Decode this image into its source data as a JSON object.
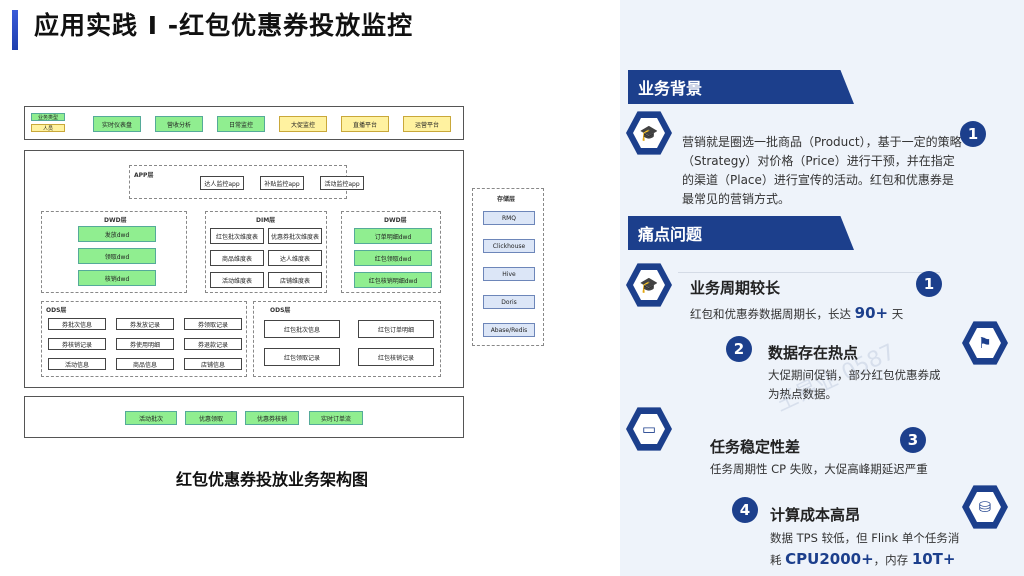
{
  "title": "应用实践 I -红包优惠券投放监控",
  "diagram": {
    "caption": "红包优惠券投放业务架构图",
    "top_row": {
      "legend": [
        "业务类型",
        "人员"
      ],
      "items": [
        "实时仪表盘",
        "营收分析",
        "日常监控",
        "大促监控",
        "直播平台",
        "运营平台"
      ]
    },
    "app_layer": {
      "title": "APP层",
      "items": [
        "达人监控app",
        "补贴监控app",
        "活动监控app"
      ]
    },
    "dwd_left": {
      "title": "DWD层",
      "items": [
        "发放dwd",
        "领取dwd",
        "核销dwd"
      ]
    },
    "dim_layer": {
      "title": "DIM层",
      "items": [
        "红包批次维度表",
        "优惠券批次维度表",
        "商品维度表",
        "达人维度表",
        "活动维度表",
        "店铺维度表"
      ]
    },
    "dwd_right": {
      "title": "DWD层",
      "items": [
        "订单明细dwd",
        "红包领取dwd",
        "红包核销明细dwd"
      ]
    },
    "ods_left": {
      "title": "ODS层",
      "items": [
        "券批次信息",
        "券发放记录",
        "券领取记录",
        "券核销记录",
        "券使用明细",
        "券退款记录",
        "活动信息",
        "商品信息",
        "店铺信息"
      ]
    },
    "ods_right": {
      "title": "ODS层",
      "items": [
        "红包批次信息",
        "红包订单明细",
        "红包领取记录",
        "红包核销记录"
      ]
    },
    "storage": {
      "title": "存储层",
      "items": [
        "RMQ",
        "Clickhouse",
        "Hive",
        "Doris",
        "Abase/Redis"
      ]
    },
    "bottom_row": {
      "items": [
        "活动批次",
        "优惠领取",
        "优惠券核销",
        "实时订单流"
      ]
    }
  },
  "background": {
    "banner": "业务背景",
    "number": "1",
    "text": "营销就是圈选一批商品（Product），基于一定的策略（Strategy）对价格（Price）进行干预，并在指定的渠道（Place）进行宣传的活动。红包和优惠券是最常见的营销方式。"
  },
  "pain": {
    "banner": "痛点问题",
    "items": [
      {
        "num": "1",
        "title": "业务周期较长",
        "desc_pre": "红包和优惠券数据周期长，长达",
        "desc_big": "90+",
        "desc_post": "天"
      },
      {
        "num": "2",
        "title": "数据存在热点",
        "desc": "大促期间促销，部分红包优惠券成为热点数据。"
      },
      {
        "num": "3",
        "title": "任务稳定性差",
        "desc": "任务周期性 CP 失败，大促高峰期延迟严重"
      },
      {
        "num": "4",
        "title": "计算成本高昂",
        "desc_line1": "数据 TPS 较低，但 Flink 单个任务消",
        "desc_pre": "耗",
        "desc_big1": "CPU2000+",
        "desc_mid": "，内存",
        "desc_big2": "10T+"
      }
    ]
  },
  "watermark": "王易业 0587",
  "colors": {
    "accent": "#1c3f8c",
    "green": "#90ee90",
    "yellow": "#fff2a0"
  }
}
